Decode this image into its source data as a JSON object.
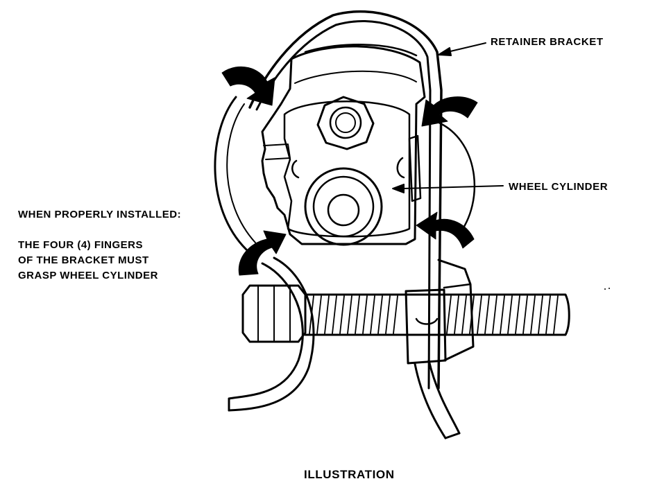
{
  "labels": {
    "retainer_bracket": "RETAINER BRACKET",
    "wheel_cylinder": "WHEEL CYLINDER"
  },
  "note": {
    "heading": "WHEN PROPERLY INSTALLED:",
    "lines": [
      "THE FOUR (4) FINGERS",
      "OF THE BRACKET MUST",
      "GRASP WHEEL CYLINDER"
    ]
  },
  "caption": "ILLUSTRATION",
  "colors": {
    "ink": "#000000",
    "paper": "#ffffff"
  }
}
